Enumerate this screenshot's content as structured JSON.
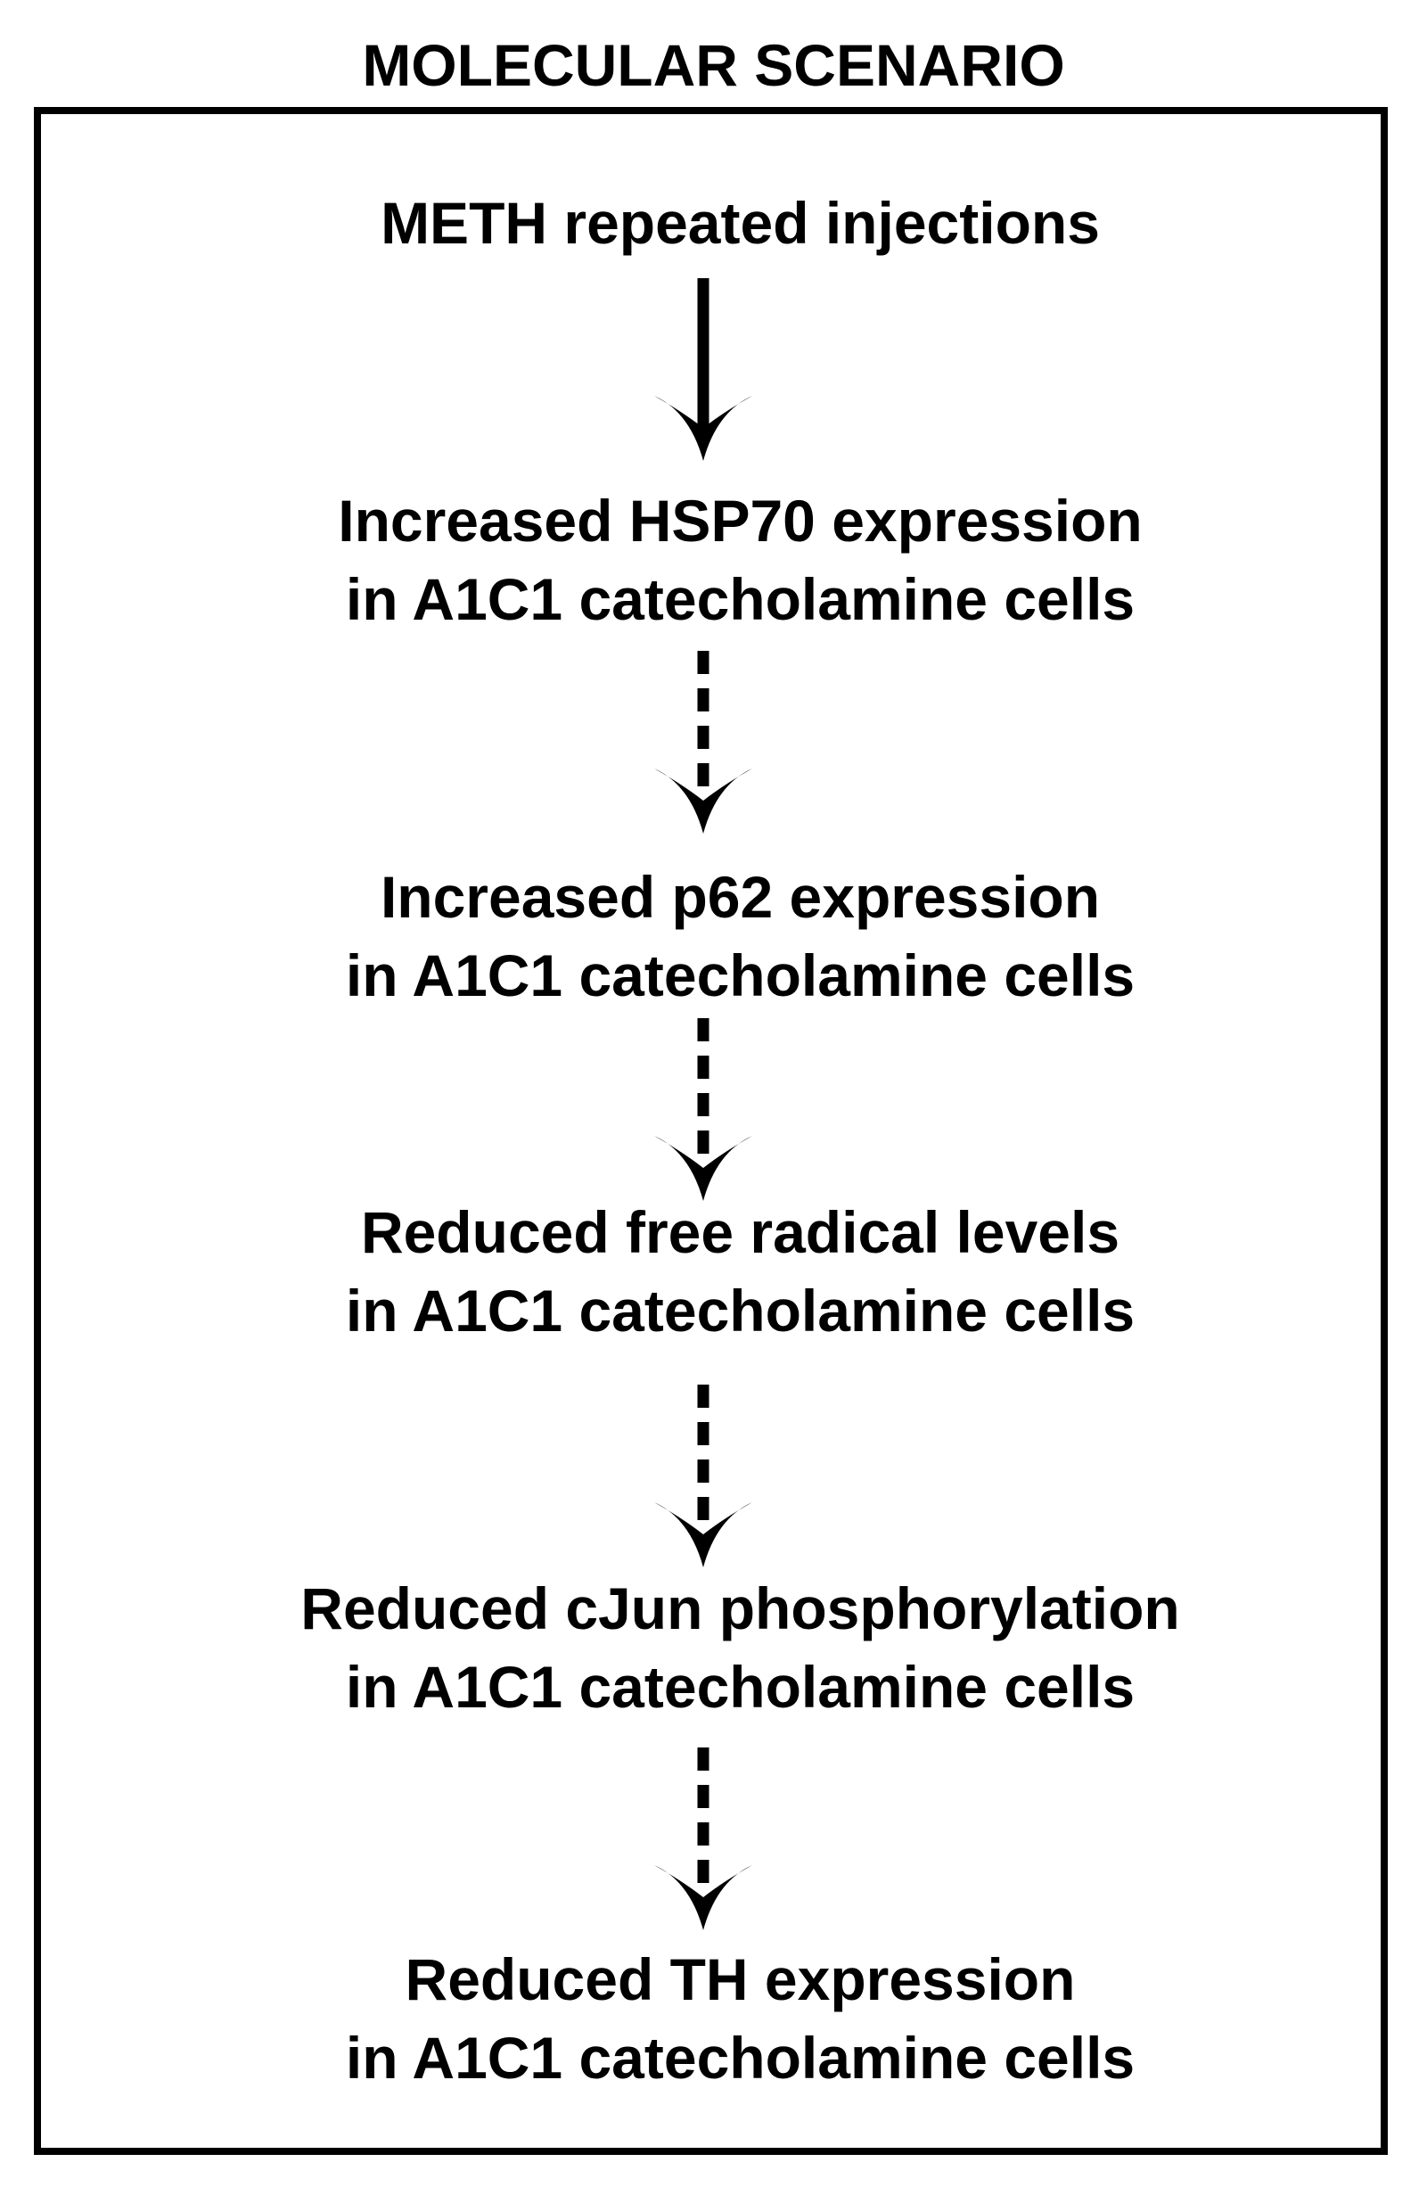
{
  "title": "MOLECULAR SCENARIO",
  "steps": [
    {
      "line1": "METH repeated injections",
      "line2": ""
    },
    {
      "line1": "Increased HSP70 expression",
      "line2": "in A1C1 catecholamine cells"
    },
    {
      "line1": "Increased p62 expression",
      "line2": "in A1C1 catecholamine cells"
    },
    {
      "line1": "Reduced free radical levels",
      "line2": "in A1C1 catecholamine cells"
    },
    {
      "line1": "Reduced cJun phosphorylation",
      "line2": "in A1C1 catecholamine cells"
    },
    {
      "line1": "Reduced TH expression",
      "line2": "in A1C1 catecholamine cells"
    }
  ],
  "connectors": [
    {
      "from": 0,
      "to": 1,
      "style": "solid"
    },
    {
      "from": 1,
      "to": 2,
      "style": "dashed"
    },
    {
      "from": 2,
      "to": 3,
      "style": "dashed"
    },
    {
      "from": 3,
      "to": 4,
      "style": "dashed"
    },
    {
      "from": 4,
      "to": 5,
      "style": "dashed"
    }
  ],
  "colors": {
    "stroke": "#000000",
    "background": "#ffffff"
  }
}
